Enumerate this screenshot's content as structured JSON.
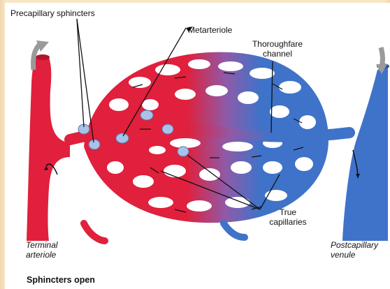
{
  "labels": {
    "precapillary_sphincters": "Precapillary sphincters",
    "metarteriole": "Metarteriole",
    "thoroughfare_channel_line1": "Thoroughfare",
    "thoroughfare_channel_line2": "channel",
    "true_capillaries_line1": "True",
    "true_capillaries_line2": "capillaries",
    "terminal_arteriole_line1": "Terminal",
    "terminal_arteriole_line2": "arteriole",
    "postcapillary_venule_line1": "Postcapillary",
    "postcapillary_venule_line2": "venule",
    "caption": "Sphincters open"
  },
  "colors": {
    "artery": "#e0203c",
    "artery_dark": "#b5122b",
    "vein": "#3f73c9",
    "vein_dark": "#2c58a6",
    "sphincter": "#a9c2e8",
    "flow_arrow": "#9a9a9a",
    "background": "#ffffff",
    "frame": "#f7e6c8"
  }
}
